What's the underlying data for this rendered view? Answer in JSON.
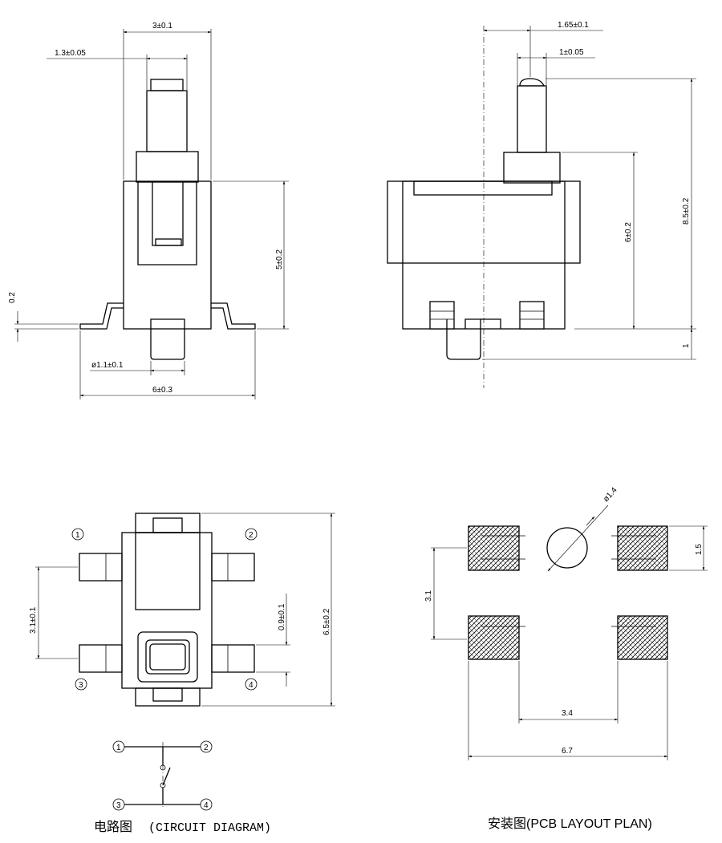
{
  "dimensions": {
    "front_width_top": "3±0.1",
    "front_plunger_width": "1.3±0.05",
    "front_body_height": "5±0.2",
    "front_lead_thickness": "0.2",
    "front_post_dia": "ø1.1±0.1",
    "front_overall_width": "6±0.3",
    "side_offset": "1.65±0.1",
    "side_plunger_width": "1±0.05",
    "side_body_height": "6±0.2",
    "side_total_height": "8.5±0.2",
    "side_post_height": "1",
    "bottom_pitch": "3.1±0.1",
    "bottom_gap": "0.9±0.1",
    "bottom_length": "6.5±0.2",
    "pcb_hole_dia": "ø1.4",
    "pcb_pad_height": "1.5",
    "pcb_pitch_v": "3.1",
    "pcb_pitch_inner": "3.4",
    "pcb_pitch_outer": "6.7"
  },
  "pins": {
    "p1": "1",
    "p2": "2",
    "p3": "3",
    "p4": "4"
  },
  "captions": {
    "circuit_cn": "电路图",
    "circuit_en": "(CIRCUIT DIAGRAM)",
    "pcb_cn": "安装图",
    "pcb_en": "(PCB LAYOUT  PLAN)"
  }
}
